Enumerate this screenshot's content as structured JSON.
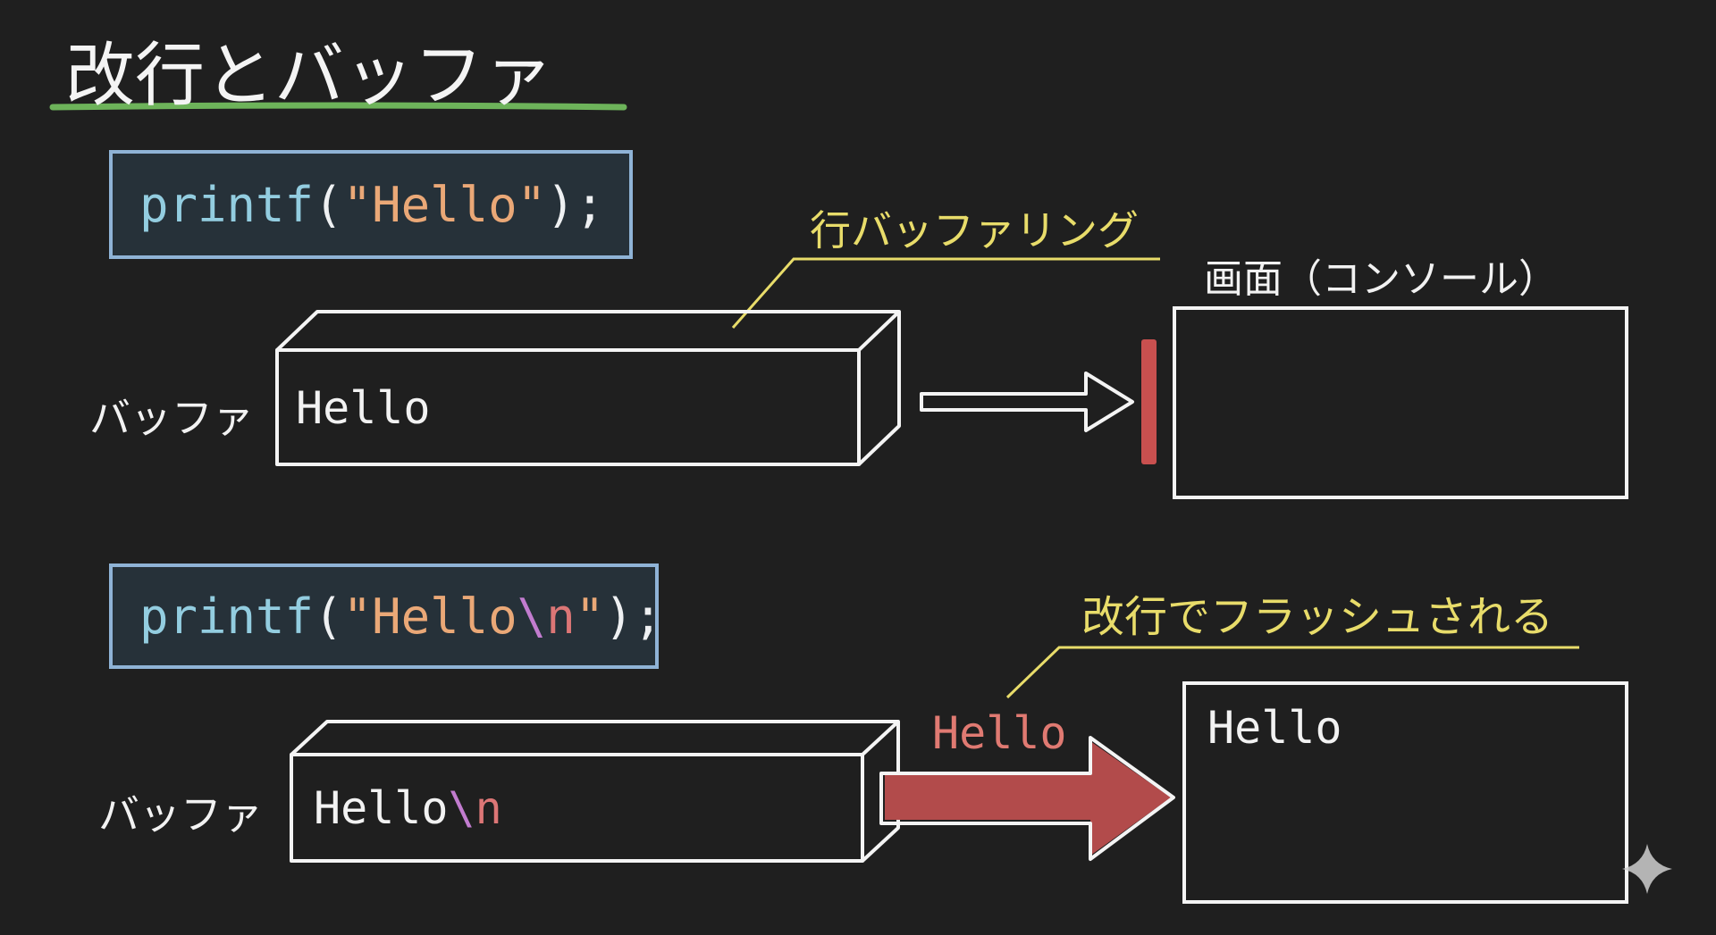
{
  "title": "改行とバッファ",
  "colors": {
    "background": "#1f1f1f",
    "title_underline": "#6db35a",
    "code_border": "#8fb3d6",
    "annotation": "#e8dc6a",
    "blocked": "#c9504f",
    "flush": "#b24b4b"
  },
  "example1": {
    "code": {
      "fn": "printf",
      "open": "(",
      "string": "\"Hello\"",
      "close": ");"
    },
    "annotation": "行バッファリング",
    "buffer_label": "バッファ",
    "buffer_content": "Hello",
    "screen_label": "画面（コンソール）",
    "screen_content": ""
  },
  "example2": {
    "code": {
      "fn": "printf",
      "open": "(",
      "str_start": "\"Hello",
      "escape": "\\",
      "newline_char": "n",
      "str_end": "\"",
      "close": ");"
    },
    "annotation": "改行でフラッシュされる",
    "buffer_label": "バッファ",
    "buffer_text": "Hello",
    "buffer_escape": "\\",
    "buffer_n": "n",
    "flushed_text": "Hello",
    "screen_content": "Hello"
  },
  "icons": {
    "corner": "sparkle-icon"
  }
}
